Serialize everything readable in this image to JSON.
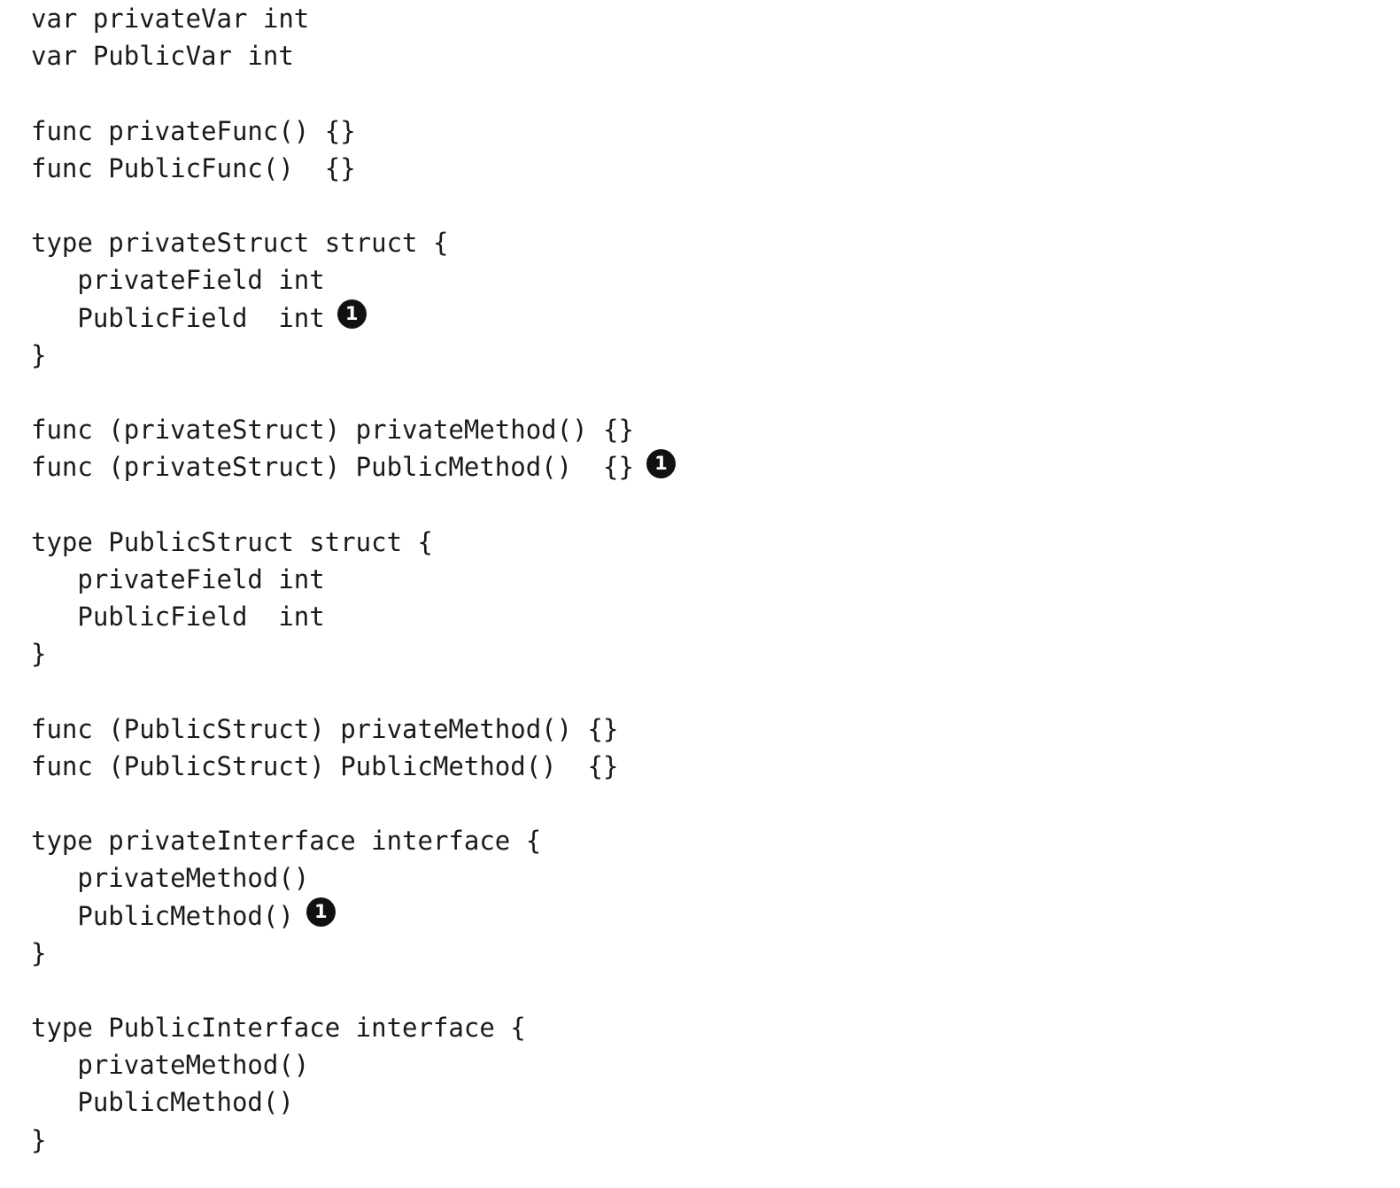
{
  "code_lines": [
    {
      "text": "var privateVar int"
    },
    {
      "text": "var PublicVar int"
    },
    {
      "text": ""
    },
    {
      "text": "func privateFunc() {}"
    },
    {
      "text": "func PublicFunc()  {}"
    },
    {
      "text": ""
    },
    {
      "text": "type privateStruct struct {"
    },
    {
      "text": "   privateField int"
    },
    {
      "text": "   PublicField  int",
      "callout": "1"
    },
    {
      "text": "}"
    },
    {
      "text": ""
    },
    {
      "text": "func (privateStruct) privateMethod() {}"
    },
    {
      "text": "func (privateStruct) PublicMethod()  {}",
      "callout": "1"
    },
    {
      "text": ""
    },
    {
      "text": "type PublicStruct struct {"
    },
    {
      "text": "   privateField int"
    },
    {
      "text": "   PublicField  int"
    },
    {
      "text": "}"
    },
    {
      "text": ""
    },
    {
      "text": "func (PublicStruct) privateMethod() {}"
    },
    {
      "text": "func (PublicStruct) PublicMethod()  {}"
    },
    {
      "text": ""
    },
    {
      "text": "type privateInterface interface {"
    },
    {
      "text": "   privateMethod()"
    },
    {
      "text": "   PublicMethod()",
      "callout": "1"
    },
    {
      "text": "}"
    },
    {
      "text": ""
    },
    {
      "text": "type PublicInterface interface {"
    },
    {
      "text": "   privateMethod()"
    },
    {
      "text": "   PublicMethod()"
    },
    {
      "text": "}"
    }
  ],
  "colors": {
    "text": "#1a1a1a",
    "callout_bg": "#111111",
    "callout_fg": "#ffffff",
    "background": "#ffffff"
  }
}
